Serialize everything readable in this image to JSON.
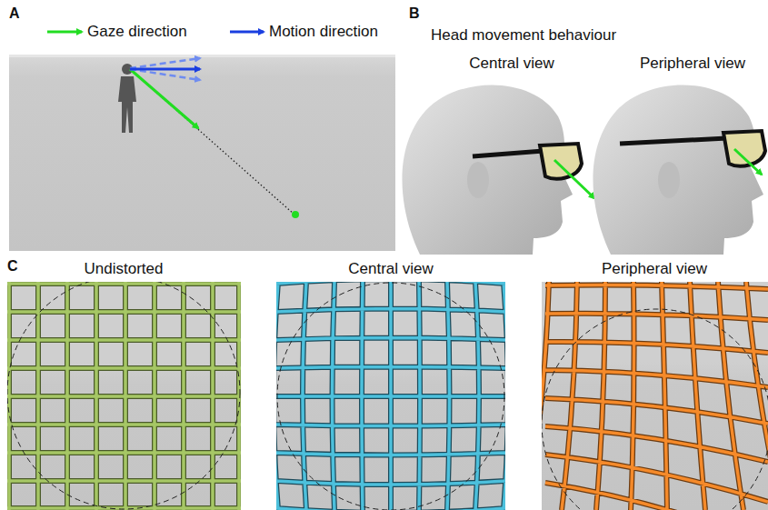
{
  "diagram": {
    "labels": [
      "A",
      "B",
      "Head movement behaviour",
      "Central view",
      "Peripheral view",
      "C",
      "Undistorted",
      "Central view",
      "Peripheral view"
    ],
    "legend": [
      {
        "text": "Gaze direction"
      },
      {
        "text": "Motion direction"
      }
    ]
  }
}
